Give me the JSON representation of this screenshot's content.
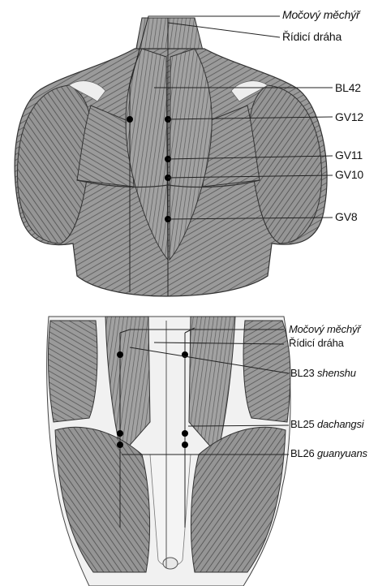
{
  "upper_figure": {
    "labels": {
      "bladder_meridian": "Močový měchýř",
      "governing_vessel": "Řídicí dráha",
      "bl42": "BL42",
      "gv12": "GV12",
      "gv11": "GV11",
      "gv10": "GV10",
      "gv8": "GV8"
    }
  },
  "lower_figure": {
    "labels": {
      "bladder_meridian": "Močový měchýř",
      "governing_vessel": "Řídicí dráha",
      "bl23_code": "BL23",
      "bl23_name": "shenshu",
      "bl25_code": "BL25",
      "bl25_name": "dachangsi",
      "bl26_code": "BL26",
      "bl26_name": "guanyuans"
    }
  },
  "colors": {
    "muscle_fill": "#8c8c8c",
    "muscle_dark": "#4a4a4a",
    "fascia_light": "#f2f2f2",
    "acupoint": "#000000",
    "leader_line": "#222222"
  }
}
